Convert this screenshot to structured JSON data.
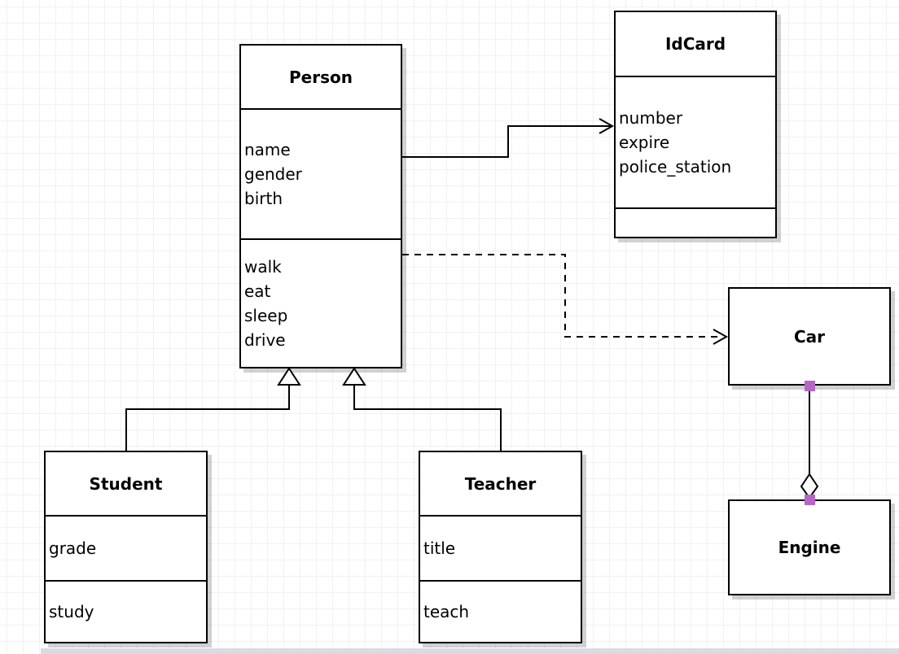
{
  "classes": [
    {
      "name": "Person",
      "attributes": [
        "name",
        "gender",
        "birth"
      ],
      "methods": [
        "walk",
        "eat",
        "sleep",
        "drive"
      ]
    },
    {
      "name": "IdCard",
      "attributes": [
        "number",
        "expire",
        "police_station"
      ],
      "methods": []
    },
    {
      "name": "Car",
      "attributes": [],
      "methods": []
    },
    {
      "name": "Engine",
      "attributes": [],
      "methods": []
    },
    {
      "name": "Student",
      "attributes": [
        "grade"
      ],
      "methods": [
        "study"
      ]
    },
    {
      "name": "Teacher",
      "attributes": [
        "title"
      ],
      "methods": [
        "teach"
      ]
    }
  ],
  "relationships": [
    {
      "from": "Person",
      "to": "IdCard",
      "type": "association",
      "line": "solid",
      "marker": "open-arrow"
    },
    {
      "from": "Person",
      "to": "Car",
      "type": "dependency",
      "line": "dashed",
      "marker": "open-arrow"
    },
    {
      "from": "Student",
      "to": "Person",
      "type": "generalization",
      "line": "solid",
      "marker": "hollow-triangle"
    },
    {
      "from": "Teacher",
      "to": "Person",
      "type": "generalization",
      "line": "solid",
      "marker": "hollow-triangle"
    },
    {
      "from": "Car",
      "to": "Engine",
      "type": "aggregation",
      "line": "solid",
      "marker": "hollow-diamond"
    }
  ],
  "colors": {
    "box_fill": "#ffffff",
    "box_border": "#000000",
    "connector": "#000000",
    "endpoint_handle": "#b666c4",
    "grid_line": "#f1f1f4",
    "shadow": "#d0d0d0",
    "page_bottom_edge": "#d8dce2"
  }
}
